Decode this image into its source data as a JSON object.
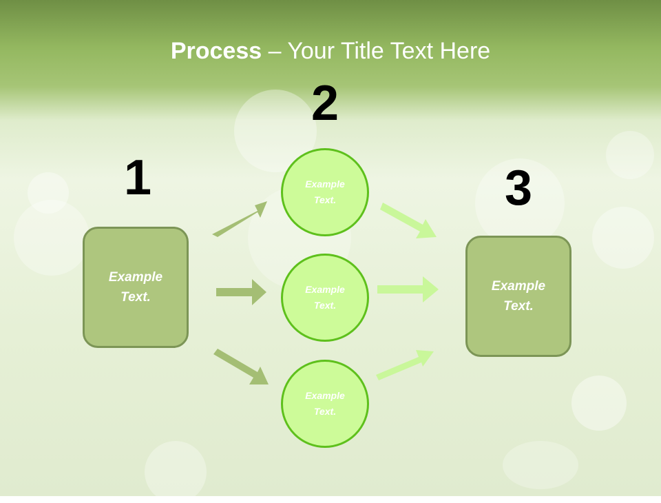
{
  "title": {
    "bold": "Process",
    "rest": " – Your Title Text Here"
  },
  "steps": [
    {
      "number": "1",
      "text": "Example Text."
    },
    {
      "number": "2",
      "items": [
        "Example Text.",
        "Example Text.",
        "Example Text."
      ]
    },
    {
      "number": "3",
      "text": "Example Text."
    }
  ],
  "colors": {
    "box_fill": "#aec67e",
    "box_border": "#7c9556",
    "circle_fill": "#cdfb99",
    "circle_border": "#5ec01c",
    "arrow_left": "#a4be74",
    "arrow_right": "#c9f79a"
  }
}
